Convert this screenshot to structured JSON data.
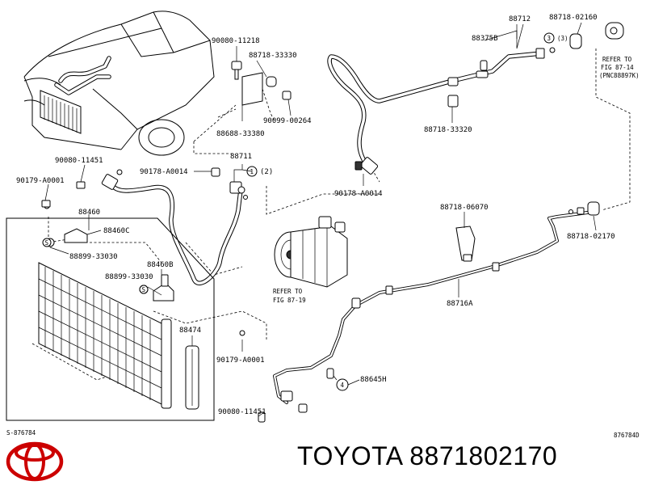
{
  "brand": "TOYOTA",
  "part_number": "8871802170",
  "diagram_code_left": "S-876784",
  "diagram_code_right": "876784D",
  "callouts": {
    "c_90080_11218": "90080-11218",
    "c_88718_33330": "88718-33330",
    "c_90099_00264": "90099-00264",
    "c_88688_33380": "88688-33380",
    "c_88712": "88712",
    "c_88375b": "88375B",
    "c_88718_02160": "88718-02160",
    "c_refer_fig_87_14": "REFER TO",
    "c_refer_fig_87_14_b": "FIG 87-14",
    "c_refer_fig_87_14_c": "(PNC88897K)",
    "c_88718_33320": "88718-33320",
    "c_90080_11451_top": "90080-11451",
    "c_90179_a0001_top": "90179-A0001",
    "c_90178_a0014_left": "90178-A0014",
    "c_88711": "88711",
    "c_one_two": "(2)",
    "c_90178_a0014_right": "90178-A0014",
    "c_88460": "88460",
    "c_88460c": "88460C",
    "c_88899_33030_top": "88899-33030",
    "c_88460b": "88460B",
    "c_88899_33030_mid": "88899-33030",
    "c_88474": "88474",
    "c_refer_fig_87_19": "REFER TO",
    "c_refer_fig_87_19_b": "FIG 87-19",
    "c_88718_06070": "88718-06070",
    "c_88718_02170": "88718-02170",
    "c_88716a": "88716A",
    "c_90179_a0001_bottom": "90179-A0001",
    "c_88645h": "88645H",
    "c_90080_11451_bottom": "90080-11451",
    "mark_1": "1",
    "mark_3": "3",
    "mark_3b": "(3)",
    "mark_4": "4",
    "mark_s1": "S",
    "mark_s2": "S"
  }
}
